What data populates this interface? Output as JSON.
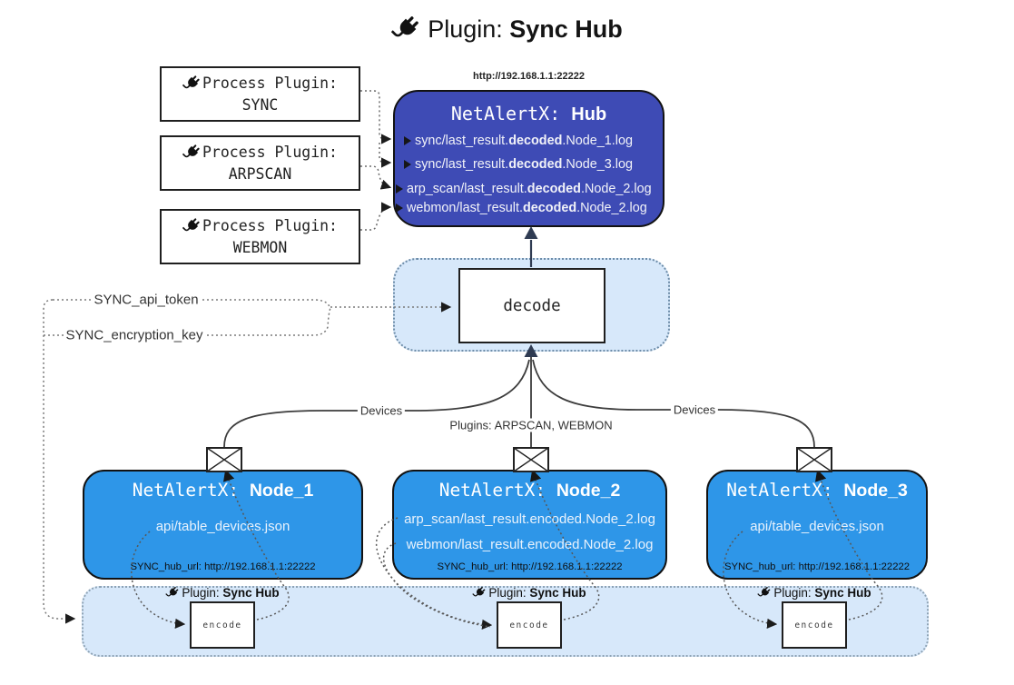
{
  "title": {
    "prefix": "Plugin: ",
    "name": "Sync Hub"
  },
  "hub": {
    "url": "http://192.168.1.1:22222",
    "name_prefix": "NetAlertX: ",
    "name": "Hub",
    "lines": [
      {
        "pre": "sync/last_result.",
        "bold": "decoded",
        "post": ".Node_1.log"
      },
      {
        "pre": "sync/last_result.",
        "bold": "decoded",
        "post": ".Node_3.log"
      },
      {
        "pre": "arp_scan/last_result.",
        "bold": "decoded",
        "post": ".Node_2.log"
      },
      {
        "pre": "webmon/last_result.",
        "bold": "decoded",
        "post": ".Node_2.log"
      }
    ]
  },
  "process_plugins": [
    {
      "label": "Process Plugin:",
      "name": "SYNC"
    },
    {
      "label": "Process Plugin:",
      "name": "ARPSCAN"
    },
    {
      "label": "Process Plugin:",
      "name": "WEBMON"
    }
  ],
  "decode_label": "decode",
  "encode_label": "encode",
  "settings": {
    "api_token": "SYNC_api_token",
    "encryption_key": "SYNC_encryption_key"
  },
  "edge_labels": {
    "devices_left": "Devices",
    "devices_right": "Devices",
    "plugins": "Plugins: ARPSCAN, WEBMON"
  },
  "nodes": [
    {
      "name_prefix": "NetAlertX: ",
      "name": "Node_1",
      "files": [
        "api/table_devices.json"
      ],
      "hub_url": "SYNC_hub_url: http://192.168.1.1:22222"
    },
    {
      "name_prefix": "NetAlertX: ",
      "name": "Node_2",
      "files": [
        "arp_scan/last_result.encoded.Node_2.log",
        "webmon/last_result.encoded.Node_2.log"
      ],
      "hub_url": "SYNC_hub_url: http://192.168.1.1:22222"
    },
    {
      "name_prefix": "NetAlertX: ",
      "name": "Node_3",
      "files": [
        "api/table_devices.json"
      ],
      "hub_url": "SYNC_hub_url: http://192.168.1.1:22222"
    }
  ],
  "band": {
    "plugin_prefix": "Plugin: ",
    "plugin_name": "Sync Hub"
  },
  "colors": {
    "hub_fill": "#3E4BB5",
    "node_fill": "#2E96E8",
    "panel_fill": "#D7E8FA"
  }
}
